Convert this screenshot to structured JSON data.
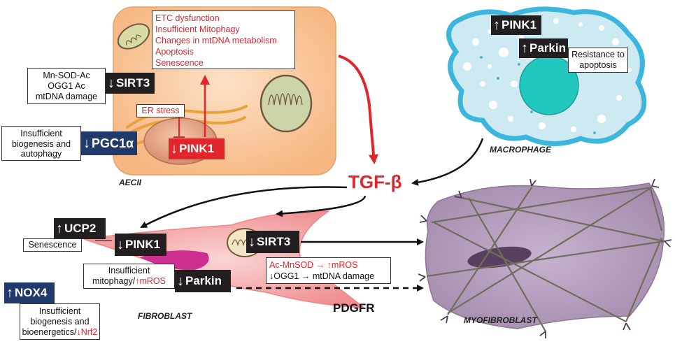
{
  "aecii": {
    "caption": "AECII",
    "effects": [
      "ETC dysfunction",
      "Insufficient Mitophagy",
      "Changes in mtDNA metabolism",
      "Apoptosis",
      "Senescence"
    ],
    "er_stress": "ER stress",
    "pink1": {
      "arrow": "↓",
      "label": "PINK1"
    },
    "sirt3": {
      "arrow": "↓",
      "label": "SIRT3"
    },
    "sirt3_effects": [
      "Mn-SOD-Ac",
      "OGG1 Ac",
      "mtDNA damage"
    ],
    "pgc1a": {
      "arrow": "↓",
      "label": "PGC1α"
    },
    "pgc1a_effects": [
      "Insufficient",
      "biogenesis and",
      "autophagy"
    ]
  },
  "macrophage": {
    "caption": "MACROPHAGE",
    "pink1": {
      "arrow": "↑",
      "label": "PINK1"
    },
    "parkin": {
      "arrow": "↑",
      "label": "Parkin"
    },
    "effect": [
      "Resistance to",
      "apoptosis"
    ]
  },
  "center": {
    "tgf_b": "TGF-β",
    "pdgfr": "PDGFR"
  },
  "fibroblast": {
    "caption": "FIBROBLAST",
    "ucp2": {
      "arrow": "↑",
      "label": "UCP2"
    },
    "senescence": "Senescence",
    "pink1": {
      "arrow": "↓",
      "label": "PINK1"
    },
    "mitophagy": {
      "line1": "Insufficient",
      "line2_prefix": "mitophagy/",
      "line2_arrow": "↑",
      "line2_suffix": "mROS"
    },
    "parkin": {
      "arrow": "↓",
      "label": "Parkin"
    },
    "sirt3": {
      "arrow": "↓",
      "label": "SIRT3"
    },
    "sirt3_effects": {
      "line1_left": "Ac-MnSOD",
      "line1_arrow": "→",
      "line1_up": "↑",
      "line1_right": "mROS",
      "line2_down": "↓",
      "line2_left": "OGG1",
      "line2_arrow": "→",
      "line2_right": "mtDNA damage"
    },
    "nox4": {
      "arrow": "↑",
      "label": "NOX4"
    },
    "nox4_effects": {
      "line1": "Insufficient",
      "line2": "biogenesis and",
      "line3_prefix": "bioenergetics/",
      "line3_arrow": "↓",
      "line3_suffix": "Nrf2"
    }
  },
  "myofibroblast": {
    "caption": "MYOFIBROBLAST"
  },
  "colors": {
    "accent_red": "#e1262b",
    "badge_dark": "#231f20",
    "badge_navy": "#1f3a6b"
  }
}
